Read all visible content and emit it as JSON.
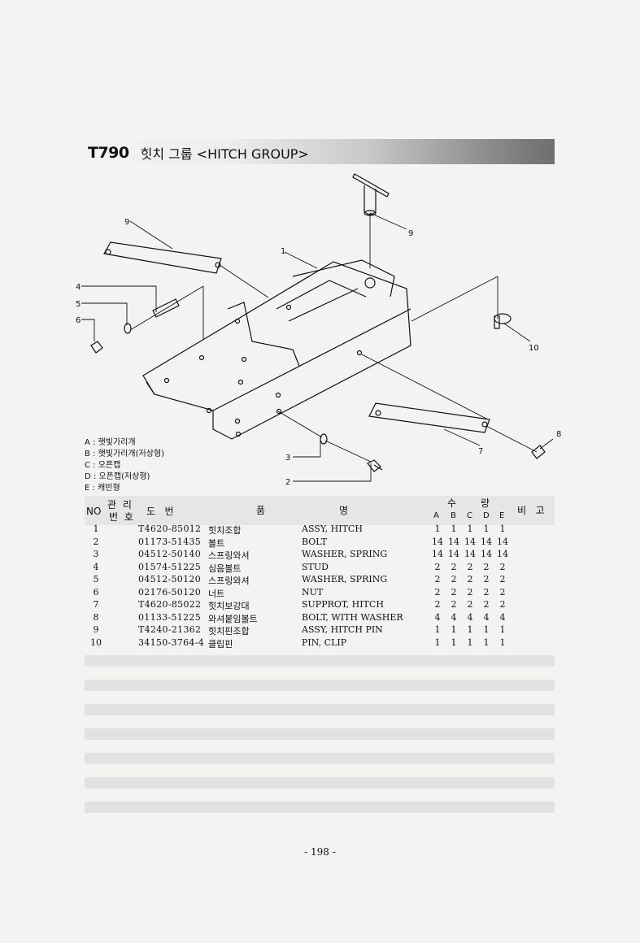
{
  "header": {
    "code": "T790",
    "title": "힛치 그룹 <HITCH GROUP>"
  },
  "callouts": [
    "1",
    "2",
    "3",
    "4",
    "5",
    "6",
    "7",
    "8",
    "9",
    "9",
    "10"
  ],
  "legend": [
    "A : 햇빛가리개",
    "B : 햇빛가리개(저상형)",
    "C : 오픈캡",
    "D : 오픈캡(저상형)",
    "E : 캐빈형"
  ],
  "table": {
    "headers": {
      "no": "NO",
      "mgmt_top": "관 리",
      "mgmt_bottom": "번 호",
      "drawing": "도   번",
      "pum": "품",
      "myeong": "명",
      "su": "수",
      "ryang": "량",
      "remark": "비   고",
      "variants": [
        "A",
        "B",
        "C",
        "D",
        "E"
      ]
    },
    "rows": [
      {
        "no": "1",
        "part": "T4620-85012",
        "kor": "힛치조합",
        "eng": "ASSY, HITCH",
        "qty": [
          "1",
          "1",
          "1",
          "1",
          "1"
        ]
      },
      {
        "no": "2",
        "part": "01173-51435",
        "kor": "볼트",
        "eng": "BOLT",
        "qty": [
          "14",
          "14",
          "14",
          "14",
          "14"
        ]
      },
      {
        "no": "3",
        "part": "04512-50140",
        "kor": "스프링와셔",
        "eng": "WASHER, SPRING",
        "qty": [
          "14",
          "14",
          "14",
          "14",
          "14"
        ]
      },
      {
        "no": "4",
        "part": "01574-51225",
        "kor": "심음볼트",
        "eng": "STUD",
        "qty": [
          "2",
          "2",
          "2",
          "2",
          "2"
        ]
      },
      {
        "no": "5",
        "part": "04512-50120",
        "kor": "스프링와셔",
        "eng": "WASHER, SPRING",
        "qty": [
          "2",
          "2",
          "2",
          "2",
          "2"
        ]
      },
      {
        "no": "6",
        "part": "02176-50120",
        "kor": "너트",
        "eng": "NUT",
        "qty": [
          "2",
          "2",
          "2",
          "2",
          "2"
        ]
      },
      {
        "no": "7",
        "part": "T4620-85022",
        "kor": "힛치보강대",
        "eng": "SUPPROT, HITCH",
        "qty": [
          "2",
          "2",
          "2",
          "2",
          "2"
        ]
      },
      {
        "no": "8",
        "part": "01133-51225",
        "kor": "와셔붙임볼트",
        "eng": "BOLT, WITH WASHER",
        "qty": [
          "4",
          "4",
          "4",
          "4",
          "4"
        ]
      },
      {
        "no": "9",
        "part": "T4240-21362",
        "kor": "힛치핀조합",
        "eng": "ASSY, HITCH PIN",
        "qty": [
          "1",
          "1",
          "1",
          "1",
          "1"
        ]
      },
      {
        "no": "10",
        "part": "34150-3764-4",
        "kor": "클립핀",
        "eng": "PIN, CLIP",
        "qty": [
          "1",
          "1",
          "1",
          "1",
          "1"
        ]
      }
    ]
  },
  "footer": {
    "page": "- 198 -"
  }
}
